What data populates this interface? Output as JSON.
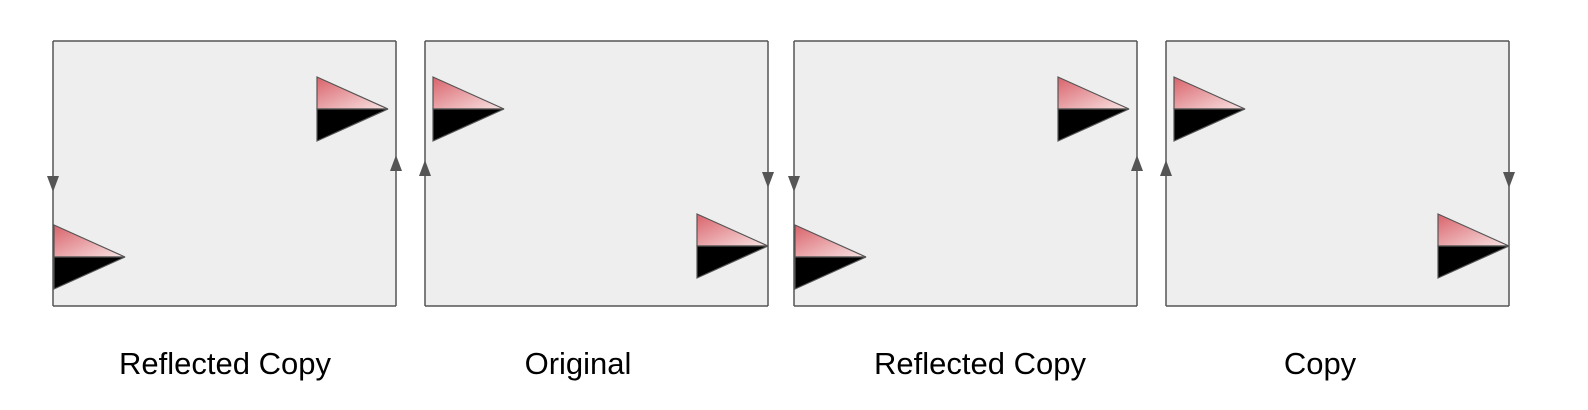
{
  "panels": [
    {
      "label": "Reflected Copy",
      "top_flag_side": "right",
      "bottom_flag_side": "left",
      "left_edge_arrow": "down",
      "right_edge_arrow": "up"
    },
    {
      "label": "Original",
      "top_flag_side": "left",
      "bottom_flag_side": "right",
      "left_edge_arrow": "up",
      "right_edge_arrow": "down"
    },
    {
      "label": "Reflected Copy",
      "top_flag_side": "right",
      "bottom_flag_side": "left",
      "left_edge_arrow": "down",
      "right_edge_arrow": "up"
    },
    {
      "label": "Copy",
      "top_flag_side": "left",
      "bottom_flag_side": "right",
      "left_edge_arrow": "up",
      "right_edge_arrow": "down"
    }
  ],
  "colors": {
    "panel_fill": "#eeeeee",
    "panel_stroke": "#555555",
    "flag_pink_light": "#f8e4e4",
    "flag_pink_dark": "#d9636b",
    "flag_black": "#000000",
    "arrow": "#555555"
  }
}
